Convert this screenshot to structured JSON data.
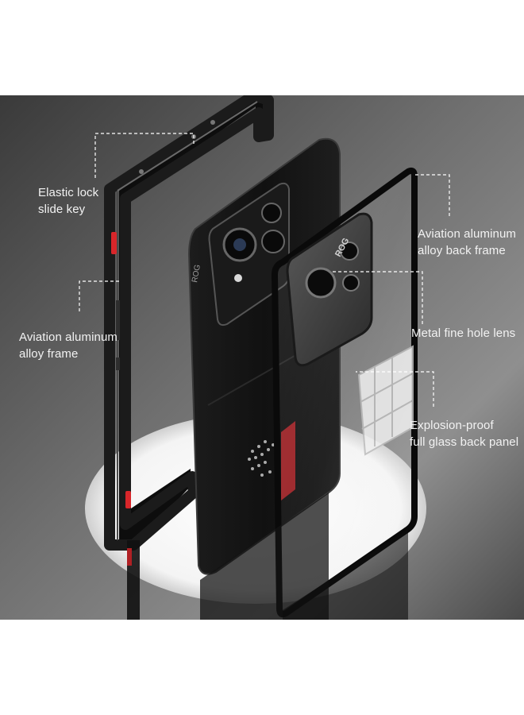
{
  "labels": {
    "elastic_lock": [
      "Elastic lock",
      "slide key"
    ],
    "aviation_frame": [
      "Aviation aluminum",
      "alloy frame"
    ],
    "aviation_back_frame": [
      "Aviation aluminum",
      "alloy back frame"
    ],
    "metal_lens": [
      "Metal fine hole lens"
    ],
    "explosion_glass": [
      "Explosion-proof",
      "full glass back panel"
    ]
  },
  "phone_marks": {
    "brand": "ROG",
    "spine_text": "ROG"
  },
  "colors": {
    "background_dark": "#2a2a2a",
    "background_light": "#8c8c8c",
    "frame_black": "#0c0c0c",
    "accent_red": "#d8262a",
    "label_text": "#f2f2f2"
  }
}
